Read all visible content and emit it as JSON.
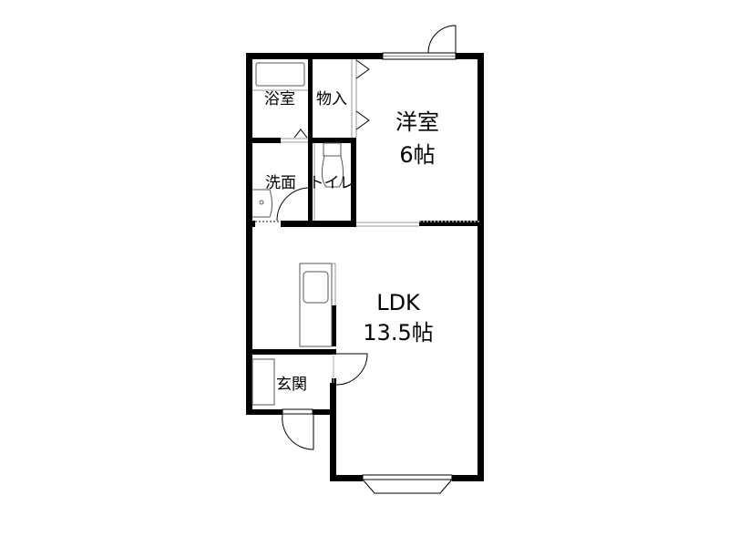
{
  "floor_plan": {
    "title": "Floor plan",
    "wall_color": "#000000",
    "fixture_color": "#555555",
    "rooms": [
      {
        "id": "bathroom",
        "label": "浴室"
      },
      {
        "id": "storage",
        "label": "物入"
      },
      {
        "id": "western_room",
        "label": "洋室",
        "size": "6帖"
      },
      {
        "id": "washroom",
        "label": "洗面"
      },
      {
        "id": "toilet",
        "label": "トイレ"
      },
      {
        "id": "ldk",
        "label": "LDK",
        "size": "13.5帖"
      },
      {
        "id": "entrance",
        "label": "玄関"
      }
    ]
  }
}
